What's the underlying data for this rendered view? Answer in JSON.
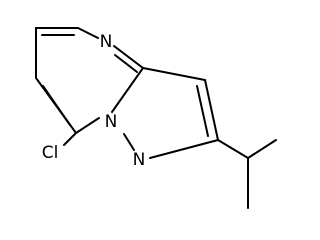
{
  "molecule": {
    "atoms": {
      "n_top": "N",
      "n_bridge": "N",
      "n_pyrazole": "N",
      "cl": "Cl"
    },
    "colors": {
      "bond": "#000000",
      "label": "#000000",
      "background": "#ffffff"
    }
  }
}
